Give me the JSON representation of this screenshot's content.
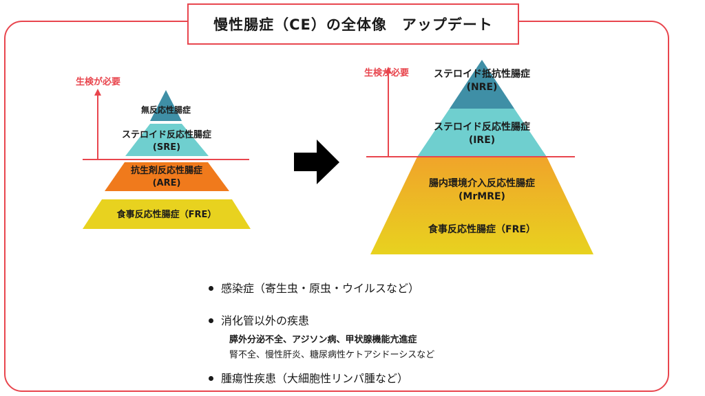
{
  "title": "慢性腸症（CE）の全体像　アップデート",
  "left_pyramid": {
    "biopsy_label": "生検が必要",
    "tiers": [
      {
        "name": "無反応性腸症",
        "abbr": ""
      },
      {
        "name": "ステロイド反応性腸症",
        "abbr": "(SRE)"
      },
      {
        "name": "抗生剤反応性腸症",
        "abbr": "(ARE)"
      },
      {
        "name": "食事反応性腸症（FRE）",
        "abbr": ""
      }
    ]
  },
  "right_pyramid": {
    "biopsy_label": "生検が必要",
    "tiers": [
      {
        "name": "ステロイド抵抗性腸症",
        "abbr": "(NRE)"
      },
      {
        "name": "ステロイド反応性腸症",
        "abbr": "(IRE)"
      },
      {
        "name": "腸内環境介入反応性腸症",
        "abbr": "(MrMRE)"
      },
      {
        "name": "食事反応性腸症（FRE）",
        "abbr": ""
      }
    ]
  },
  "colors": {
    "frame": "#e8454d",
    "top_blue": "#3f8fa6",
    "teal": "#6fcfcf",
    "orange": "#f07a1c",
    "yellow": "#e8d21f",
    "gradient_top": "#f0a42a",
    "arrow": "#000000"
  },
  "list": {
    "item1": "感染症（寄生虫・原虫・ウイルスなど）",
    "item2": "消化管以外の疾患",
    "item2_sub_bold": "膵外分泌不全、アジソン病、甲状腺機能亢進症",
    "item2_sub": "腎不全、慢性肝炎、糖尿病性ケトアシドーシスなど",
    "item3": "腫瘍性疾患（大細胞性リンパ腫など）"
  }
}
